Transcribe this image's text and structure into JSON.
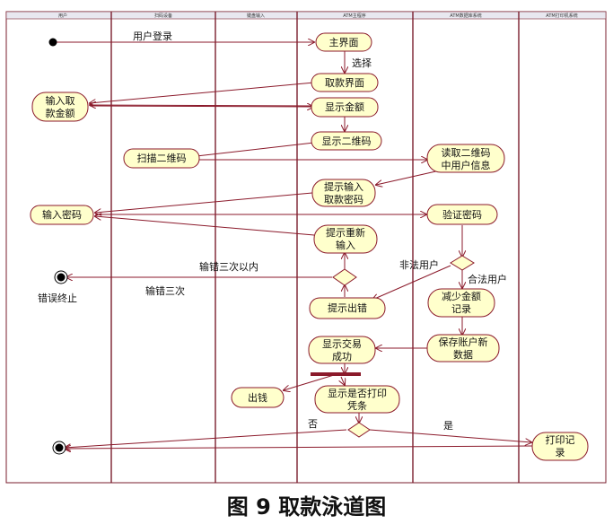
{
  "lanes": [
    {
      "id": "user",
      "title": "用户"
    },
    {
      "id": "scanner",
      "title": "扫码设备"
    },
    {
      "id": "keypad",
      "title": "键盘输入"
    },
    {
      "id": "atm_main",
      "title": "ATM主程序"
    },
    {
      "id": "db",
      "title": "ATM数据库系统"
    },
    {
      "id": "printer",
      "title": "ATM打印机系统"
    }
  ],
  "activities": [
    {
      "id": "main",
      "lines": [
        "主界面"
      ]
    },
    {
      "id": "withdraw_ui",
      "lines": [
        "取款界面"
      ]
    },
    {
      "id": "input_amount",
      "lines": [
        "输入取",
        "款金额"
      ]
    },
    {
      "id": "show_amount",
      "lines": [
        "显示金额"
      ]
    },
    {
      "id": "show_qr",
      "lines": [
        "显示二维码"
      ]
    },
    {
      "id": "scan_qr",
      "lines": [
        "扫描二维码"
      ]
    },
    {
      "id": "read_qr",
      "lines": [
        "读取二维码",
        "中用户信息"
      ]
    },
    {
      "id": "prompt_pwd",
      "lines": [
        "提示输入",
        "取款密码"
      ]
    },
    {
      "id": "input_pwd",
      "lines": [
        "输入密码"
      ]
    },
    {
      "id": "verify_pwd",
      "lines": [
        "验证密码"
      ]
    },
    {
      "id": "reenter",
      "lines": [
        "提示重新",
        "输入"
      ]
    },
    {
      "id": "prompt_error",
      "lines": [
        "提示出错"
      ]
    },
    {
      "id": "reduce",
      "lines": [
        "减少金额",
        "记录"
      ]
    },
    {
      "id": "save_data",
      "lines": [
        "保存账户新",
        "数据"
      ]
    },
    {
      "id": "success",
      "lines": [
        "显示交易",
        "成功"
      ]
    },
    {
      "id": "dispense",
      "lines": [
        "出钱"
      ]
    },
    {
      "id": "ask_print",
      "lines": [
        "显示是否打印",
        "凭条"
      ]
    },
    {
      "id": "print",
      "lines": [
        "打印记",
        "录"
      ]
    }
  ],
  "labels": {
    "login": "用户登录",
    "select": "选择",
    "within3": "输错三次以内",
    "three": "输错三次",
    "illegal": "非法用户",
    "legal": "合法用户",
    "no": "否",
    "yes": "是",
    "error_end": "错误终止"
  },
  "caption": "图 9 取款泳道图",
  "colors": {
    "node_fill": "#ffffcc",
    "stroke": "#8b1a2b",
    "fork": "#8b1a2b",
    "lane_line": "#7a1e2e"
  }
}
